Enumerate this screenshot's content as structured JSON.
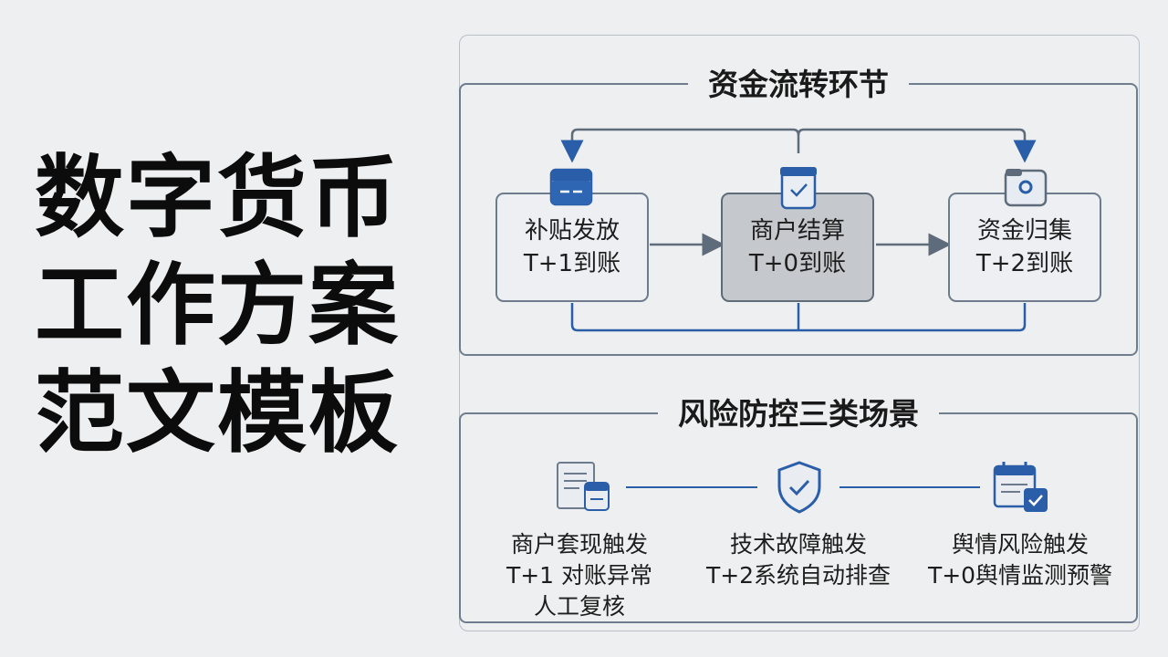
{
  "title": {
    "line1": "数字货币",
    "line2": "工作方案",
    "line3": "范文模板"
  },
  "flow_section": {
    "heading": "资金流转环节",
    "nodes": [
      {
        "line1": "补贴发放",
        "line2": "T+1到账",
        "icon": "card-icon"
      },
      {
        "line1": "商户结算",
        "line2": "T+0到账",
        "icon": "clipboard-check-icon"
      },
      {
        "line1": "资金归集",
        "line2": "T+2到账",
        "icon": "folder-icon"
      }
    ]
  },
  "risk_section": {
    "heading": "风险防控三类场景",
    "scenarios": [
      {
        "line1": "商户套现触发",
        "line2": "T+1 对账异常",
        "line3": "人工复核",
        "icon": "document-icon"
      },
      {
        "line1": "技术故障触发",
        "line2": "T+2系统自动排查",
        "icon": "shield-check-icon"
      },
      {
        "line1": "舆情风险触发",
        "line2": "T+0舆情监测预警",
        "icon": "calendar-check-icon"
      }
    ]
  },
  "colors": {
    "accent_blue": "#2a5ea8",
    "border_gray": "#6f7d8e",
    "background": "#eeeff0"
  }
}
